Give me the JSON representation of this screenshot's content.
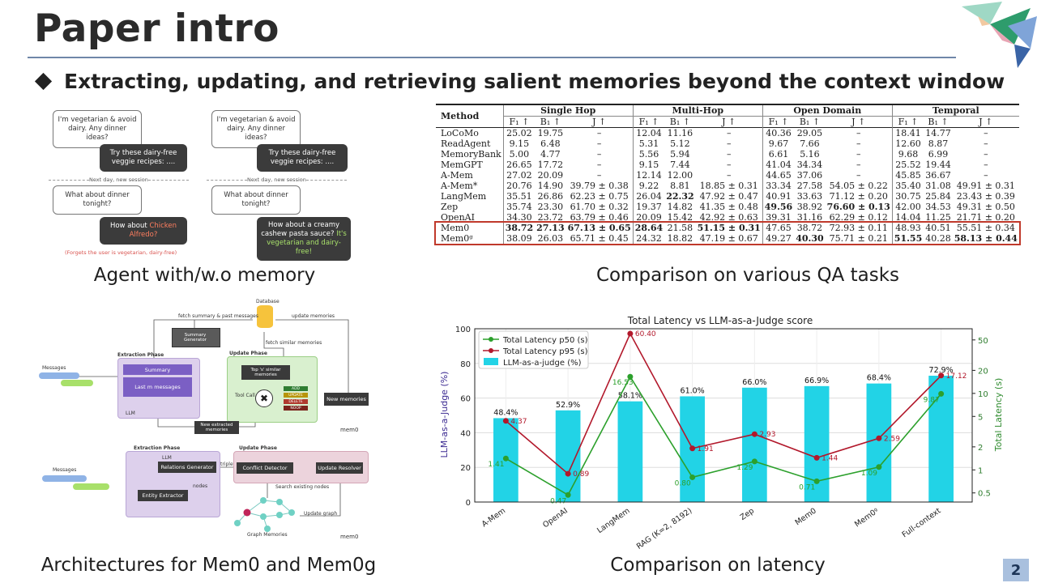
{
  "slide": {
    "title": "Paper intro",
    "bullet": "Extracting, updating, and retrieving salient memories beyond the context window",
    "page_number": "2",
    "captions": {
      "chat": "Agent with/w.o memory",
      "table": "Comparison on various QA tasks",
      "arch": "Architectures for Mem0 and Mem0g",
      "latency": "Comparison on latency"
    }
  },
  "chat": {
    "left": {
      "user1": "I'm vegetarian & avoid dairy. Any dinner ideas?",
      "agent1": "Try these dairy-free veggie recipes: ....",
      "session": "Next day, new session",
      "user2": "What about dinner tonight?",
      "agent2_pre": "How about ",
      "agent2_hl": "Chicken Alfredo?",
      "note": "(Forgets the user is vegetarian, dairy-free)"
    },
    "right": {
      "user1": "I'm vegetarian & avoid dairy. Any dinner ideas?",
      "agent1": "Try these dairy-free veggie recipes: ....",
      "session": "Next day, new session",
      "user2": "What about dinner tonight?",
      "agent2_pre": "How about a creamy cashew pasta sauce? ",
      "agent2_hl": "It's vegetarian and dairy-free!"
    }
  },
  "qa_table": {
    "method_header": "Method",
    "groups": [
      "Single Hop",
      "Multi-Hop",
      "Open Domain",
      "Temporal"
    ],
    "subheaders": [
      "F₁ ↑",
      "B₁ ↑",
      "J ↑"
    ],
    "rows": [
      {
        "method": "LoCoMo",
        "cells": [
          "25.02",
          "19.75",
          "–",
          "12.04",
          "11.16",
          "–",
          "40.36",
          "29.05",
          "–",
          "18.41",
          "14.77",
          "–"
        ]
      },
      {
        "method": "ReadAgent",
        "cells": [
          "9.15",
          "6.48",
          "–",
          "5.31",
          "5.12",
          "–",
          "9.67",
          "7.66",
          "–",
          "12.60",
          "8.87",
          "–"
        ]
      },
      {
        "method": "MemoryBank",
        "cells": [
          "5.00",
          "4.77",
          "–",
          "5.56",
          "5.94",
          "–",
          "6.61",
          "5.16",
          "–",
          "9.68",
          "6.99",
          "–"
        ]
      },
      {
        "method": "MemGPT",
        "cells": [
          "26.65",
          "17.72",
          "–",
          "9.15",
          "7.44",
          "–",
          "41.04",
          "34.34",
          "–",
          "25.52",
          "19.44",
          "–"
        ]
      },
      {
        "method": "A-Mem",
        "cells": [
          "27.02",
          "20.09",
          "–",
          "12.14",
          "12.00",
          "–",
          "44.65",
          "37.06",
          "–",
          "45.85",
          "36.67",
          "–"
        ]
      },
      {
        "method": "A-Mem*",
        "cells": [
          "20.76",
          "14.90",
          "39.79 ± 0.38",
          "9.22",
          "8.81",
          "18.85 ± 0.31",
          "33.34",
          "27.58",
          "54.05 ± 0.22",
          "35.40",
          "31.08",
          "49.91 ± 0.31"
        ]
      },
      {
        "method": "LangMem",
        "cells": [
          "35.51",
          "26.86",
          "62.23 ± 0.75",
          "26.04",
          "22.32",
          "47.92 ± 0.47",
          "40.91",
          "33.63",
          "71.12 ± 0.20",
          "30.75",
          "25.84",
          "23.43 ± 0.39"
        ]
      },
      {
        "method": "Zep",
        "cells": [
          "35.74",
          "23.30",
          "61.70 ± 0.32",
          "19.37",
          "14.82",
          "41.35 ± 0.48",
          "49.56",
          "38.92",
          "76.60 ± 0.13",
          "42.00",
          "34.53",
          "49.31 ± 0.50"
        ]
      },
      {
        "method": "OpenAI",
        "cells": [
          "34.30",
          "23.72",
          "63.79 ± 0.46",
          "20.09",
          "15.42",
          "42.92 ± 0.63",
          "39.31",
          "31.16",
          "62.29 ± 0.12",
          "14.04",
          "11.25",
          "21.71 ± 0.20"
        ]
      }
    ],
    "mem_rows": [
      {
        "method": "Mem0",
        "cells": [
          "38.72",
          "27.13",
          "67.13 ± 0.65",
          "28.64",
          "21.58",
          "51.15 ± 0.31",
          "47.65",
          "38.72",
          "72.93 ± 0.11",
          "48.93",
          "40.51",
          "55.51 ± 0.34"
        ]
      },
      {
        "method": "Mem0ᵍ",
        "cells": [
          "38.09",
          "26.03",
          "65.71 ± 0.45",
          "24.32",
          "18.82",
          "47.19 ± 0.67",
          "49.27",
          "40.30",
          "75.71 ± 0.21",
          "51.55",
          "40.28",
          "58.13 ± 0.44"
        ]
      }
    ]
  },
  "arch": {
    "top": {
      "database": "Database",
      "fetch_summary": "fetch summary & past messages",
      "update_memories": "update memories",
      "fetch_similar": "fetch similar memories",
      "summary_generator": "Summary Generator",
      "extraction_phase": "Extraction Phase",
      "update_phase": "Update Phase",
      "messages": "Messages",
      "summary": "Summary",
      "last_m": "Last m messages",
      "llm": "LLM",
      "top_s": "Top 's' similar memories",
      "tool_call": "Tool Call",
      "ops": [
        "ADD",
        "UPDATE",
        "DELETE",
        "NOOP"
      ],
      "new_memories": "New memories",
      "new_extracted": "New extracted memories",
      "logo": "mem0"
    },
    "bottom": {
      "extraction_phase": "Extraction Phase",
      "update_phase": "Update Phase",
      "messages": "Messages",
      "llm": "LLM",
      "relations_generator": "Relations Generator",
      "entity_extractor": "Entity Extractor",
      "nodes": "nodes",
      "triplets": "triplets",
      "conflict_detector": "Conflict Detector",
      "update_resolver": "Update Resolver",
      "search_nodes": "Search existing nodes",
      "update_graph": "Update graph",
      "graph_memories": "Graph Memories",
      "logo": "mem0"
    }
  },
  "chart_data": {
    "type": "bar+line",
    "title": "Total Latency vs LLM-as-a-Judge score",
    "ylabel": "LLM-as-a-Judge (%)",
    "y2label": "Total Latency (s)",
    "categories": [
      "A-Mem",
      "OpenAI",
      "LangMem",
      "RAG (K=2, 8192)",
      "Zep",
      "Mem0",
      "Mem0ᵍ",
      "Full-context"
    ],
    "ylim": [
      0,
      100
    ],
    "yticks": [
      0,
      20,
      40,
      60,
      80,
      100
    ],
    "y2scale": "log",
    "y2lim": [
      0.38,
      70
    ],
    "y2ticks": [
      0.5,
      1,
      2,
      5,
      10,
      20,
      50
    ],
    "grid": true,
    "legend": "top-left",
    "series": [
      {
        "name": "LLM-as-a-judge (%)",
        "kind": "bar",
        "color": "#22d3e6",
        "values": [
          48.4,
          52.9,
          58.1,
          61.0,
          66.0,
          66.9,
          68.4,
          72.9
        ],
        "labels": [
          "48.4%",
          "52.9%",
          "58.1%",
          "61.0%",
          "66.0%",
          "66.9%",
          "68.4%",
          "72.9%"
        ]
      },
      {
        "name": "Total Latency p50 (s)",
        "kind": "line",
        "axis": "right",
        "color": "#2ca02c",
        "values": [
          1.41,
          0.47,
          16.53,
          0.8,
          1.29,
          0.71,
          1.09,
          9.87
        ],
        "labels": [
          "1.41",
          "0.47",
          "16.53",
          "0.80",
          "1.29",
          "0.71",
          "1.09",
          "9.87"
        ]
      },
      {
        "name": "Total Latency p95 (s)",
        "kind": "line",
        "axis": "right",
        "color": "#b2182b",
        "values": [
          4.37,
          0.89,
          60.4,
          1.91,
          2.93,
          1.44,
          2.59,
          17.12
        ],
        "labels": [
          "4.37",
          "0.89",
          "60.40",
          "1.91",
          "2.93",
          "1.44",
          "2.59",
          "17.12"
        ]
      }
    ]
  },
  "colors": {
    "accent": "#6f87a8",
    "badge": "#a9c0de",
    "highlight_box": "#c0392b"
  }
}
